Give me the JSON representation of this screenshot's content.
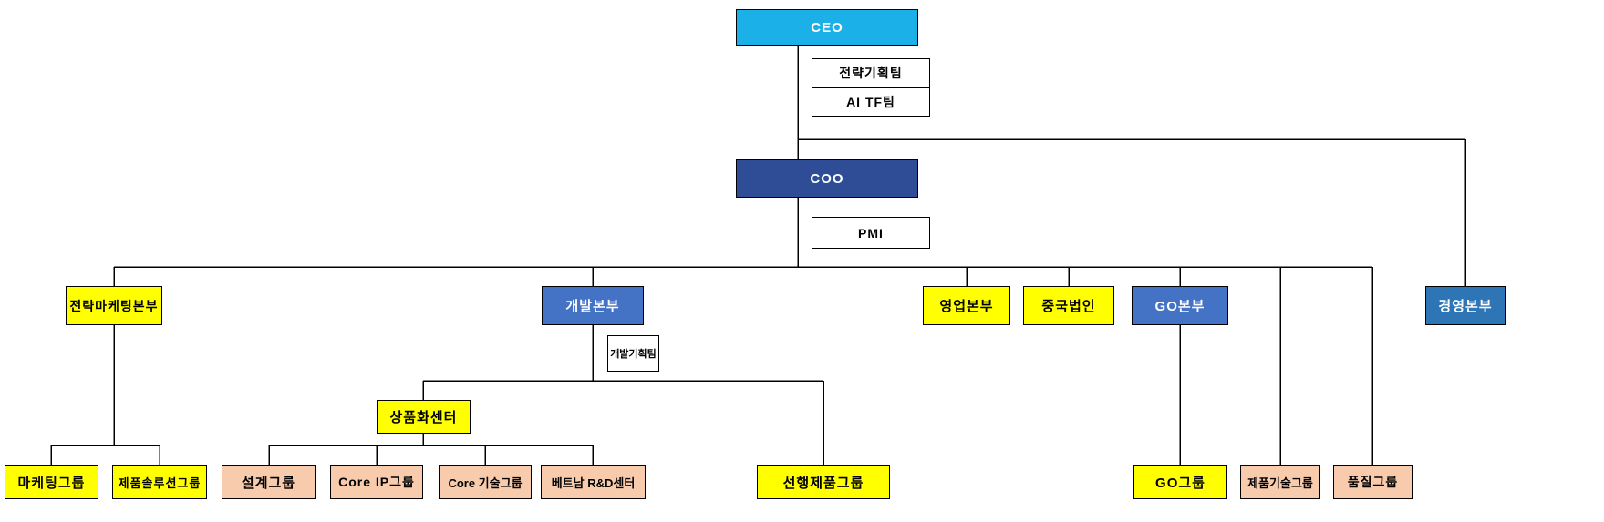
{
  "diagram": {
    "type": "org-chart",
    "description": "Company organization chart with CEO at top, COO below, divisions and groups"
  },
  "colors": {
    "line": "#000000",
    "border": "#000000",
    "ceo_cyan": "#1CB0E8",
    "coo_navy": "#2E4D96",
    "division_blue": "#4472C4",
    "management_steel_blue": "#2E75B6",
    "yellow": "#FFFF00",
    "salmon": "#F8CBAD",
    "white": "#FFFFFF",
    "text_dark": "#000000",
    "text_light": "#FFFFFF"
  },
  "nodes": {
    "ceo": {
      "label": "CEO",
      "fill": "#1CB0E8",
      "text_color": "#FFFFFF"
    },
    "strategy_planning_team": {
      "label": "전략기획팀",
      "fill": "#FFFFFF",
      "text_color": "#000000"
    },
    "ai_tf_team": {
      "label": "AI TF팀",
      "fill": "#FFFFFF",
      "text_color": "#000000"
    },
    "coo": {
      "label": "COO",
      "fill": "#2E4D96",
      "text_color": "#FFFFFF"
    },
    "pmi": {
      "label": "PMI",
      "fill": "#FFFFFF",
      "text_color": "#000000"
    },
    "strategic_marketing_div": {
      "label": "전략마케팅본부",
      "fill": "#FFFF00",
      "text_color": "#000000"
    },
    "development_div": {
      "label": "개발본부",
      "fill": "#4472C4",
      "text_color": "#FFFFFF"
    },
    "sales_div": {
      "label": "영업본부",
      "fill": "#FFFF00",
      "text_color": "#000000"
    },
    "china_corp": {
      "label": "중국법인",
      "fill": "#FFFF00",
      "text_color": "#000000"
    },
    "go_div": {
      "label": "GO본부",
      "fill": "#4472C4",
      "text_color": "#FFFFFF"
    },
    "management_div": {
      "label": "경영본부",
      "fill": "#2E75B6",
      "text_color": "#FFFFFF"
    },
    "dev_planning_team": {
      "label": "개발기획팀",
      "fill": "#FFFFFF",
      "text_color": "#000000"
    },
    "productization_center": {
      "label": "상품화센터",
      "fill": "#FFFF00",
      "text_color": "#000000"
    },
    "marketing_group": {
      "label": "마케팅그룹",
      "fill": "#FFFF00",
      "text_color": "#000000"
    },
    "product_solution_group": {
      "label": "제품솔루션그룹",
      "fill": "#FFFF00",
      "text_color": "#000000"
    },
    "design_group": {
      "label": "설계그룹",
      "fill": "#F8CBAD",
      "text_color": "#000000"
    },
    "core_ip_group": {
      "label": "Core IP그룹",
      "fill": "#F8CBAD",
      "text_color": "#000000"
    },
    "core_tech_group": {
      "label": "Core 기술그룹",
      "fill": "#F8CBAD",
      "text_color": "#000000"
    },
    "vietnam_rnd_center": {
      "label": "베트남 R&D센터",
      "fill": "#F8CBAD",
      "text_color": "#000000"
    },
    "advanced_product_group": {
      "label": "선행제품그룹",
      "fill": "#FFFF00",
      "text_color": "#000000"
    },
    "go_group": {
      "label": "GO그룹",
      "fill": "#FFFF00",
      "text_color": "#000000"
    },
    "product_tech_group": {
      "label": "제품기술그룹",
      "fill": "#F8CBAD",
      "text_color": "#000000"
    },
    "quality_group": {
      "label": "품질그룹",
      "fill": "#F8CBAD",
      "text_color": "#000000"
    }
  },
  "edges": [
    {
      "from": "ceo",
      "to": "strategy_planning_team"
    },
    {
      "from": "ceo",
      "to": "ai_tf_team"
    },
    {
      "from": "ceo",
      "to": "coo"
    },
    {
      "from": "ceo",
      "to": "management_div"
    },
    {
      "from": "coo",
      "to": "pmi"
    },
    {
      "from": "coo",
      "to": "strategic_marketing_div"
    },
    {
      "from": "coo",
      "to": "development_div"
    },
    {
      "from": "coo",
      "to": "sales_div"
    },
    {
      "from": "coo",
      "to": "china_corp"
    },
    {
      "from": "coo",
      "to": "go_div"
    },
    {
      "from": "coo",
      "to": "product_tech_group"
    },
    {
      "from": "coo",
      "to": "quality_group"
    },
    {
      "from": "strategic_marketing_div",
      "to": "marketing_group"
    },
    {
      "from": "strategic_marketing_div",
      "to": "product_solution_group"
    },
    {
      "from": "development_div",
      "to": "dev_planning_team"
    },
    {
      "from": "development_div",
      "to": "productization_center"
    },
    {
      "from": "development_div",
      "to": "advanced_product_group"
    },
    {
      "from": "productization_center",
      "to": "design_group"
    },
    {
      "from": "productization_center",
      "to": "core_ip_group"
    },
    {
      "from": "productization_center",
      "to": "core_tech_group"
    },
    {
      "from": "productization_center",
      "to": "vietnam_rnd_center"
    },
    {
      "from": "go_div",
      "to": "go_group"
    }
  ]
}
